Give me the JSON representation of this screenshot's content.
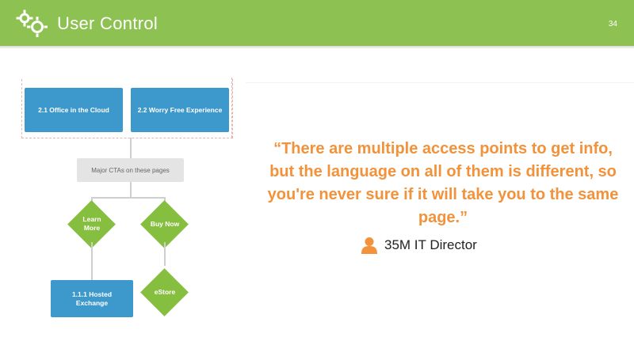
{
  "header": {
    "title": "User Control",
    "page_number": "34",
    "icon": "gears-icon",
    "background_color": "#8dc152"
  },
  "diagram": {
    "top_boxes": [
      "2.1 Office in the Cloud",
      "2.2 Worry Free Experience"
    ],
    "cta_box": "Major CTAs on these pages",
    "diamonds": [
      {
        "line1": "Learn",
        "line2": "More"
      },
      {
        "line1": "Buy Now",
        "line2": ""
      },
      {
        "line1": "eStore",
        "line2": ""
      }
    ],
    "bottom_box": {
      "line1": "1.1.1 Hosted",
      "line2": "Exchange"
    },
    "colors": {
      "blue": "#3d99cc",
      "green": "#86bf3f",
      "grey": "#e4e4e4"
    }
  },
  "quote": {
    "text": "“There are multiple access points to get info, but the language on all of them is different, so you're never sure if it will take you to the same page.”",
    "color": "#f2923a"
  },
  "attribution": {
    "icon": "user-icon",
    "name": "35M IT Director"
  }
}
